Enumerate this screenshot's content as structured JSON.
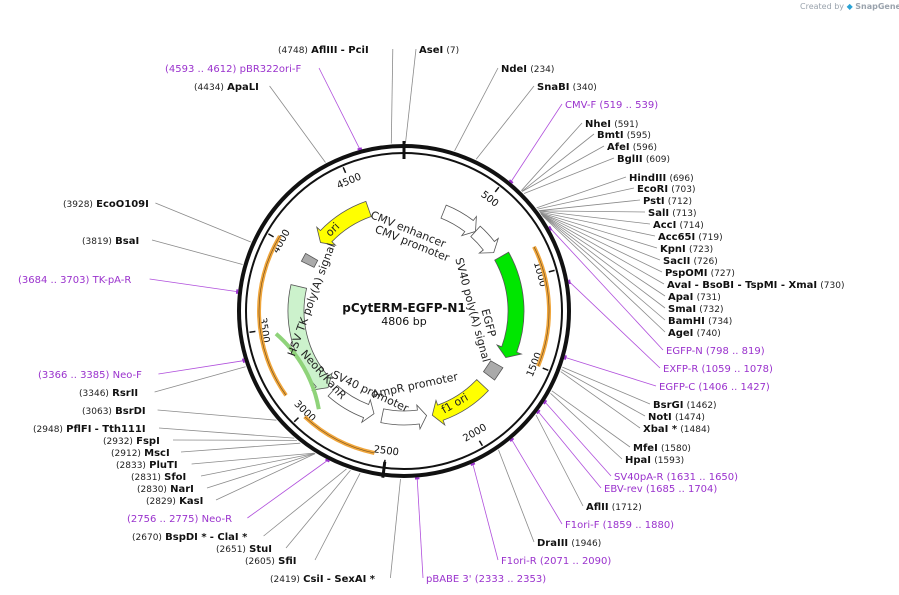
{
  "credit": {
    "prefix": "Created by",
    "brand": "SnapGene"
  },
  "plasmid": {
    "name": "pCytERM-EGFP-N1",
    "length": "4806 bp"
  },
  "ticks": [
    {
      "key": "t500",
      "label": "500"
    },
    {
      "key": "t1000",
      "label": "1000"
    },
    {
      "key": "t1500",
      "label": "1500"
    },
    {
      "key": "t2000",
      "label": "2000"
    },
    {
      "key": "t2500",
      "label": "2500"
    },
    {
      "key": "t3000",
      "label": "3000"
    },
    {
      "key": "t3500",
      "label": "3500"
    },
    {
      "key": "t4000",
      "label": "4000"
    },
    {
      "key": "t4500",
      "label": "4500"
    }
  ],
  "features": [
    {
      "key": "cmv_enh",
      "label": "CMV enhancer",
      "color": "#ffffff"
    },
    {
      "key": "cmv_pro",
      "label": "CMV promoter",
      "color": "#ffffff"
    },
    {
      "key": "egfp",
      "label": "EGFP",
      "color": "#00e600"
    },
    {
      "key": "sv40pa",
      "label": "SV40 poly(A) signal",
      "color": "#aaaaaa"
    },
    {
      "key": "f1ori",
      "label": "f1 ori",
      "color": "#ffff00"
    },
    {
      "key": "ampr_pro",
      "label": "AmpR promoter",
      "color": "#ffffff"
    },
    {
      "key": "sv40_pro",
      "label": "SV40 promoter",
      "color": "#ffffff"
    },
    {
      "key": "neor",
      "label": "NeoR/KanR",
      "color": "#ccf2cc"
    },
    {
      "key": "hsv",
      "label": "HSV TK poly(A) signal",
      "color": "#aaaaaa"
    },
    {
      "key": "ori",
      "label": "ori",
      "color": "#ffff00"
    }
  ],
  "labels": [
    {
      "key": "afliii_top",
      "type": "enzyme",
      "pos": "(4748)",
      "name": "AflIII",
      "extra": "- PciI"
    },
    {
      "key": "asei",
      "type": "enzyme",
      "name": "AseI",
      "pos": "(7)"
    },
    {
      "key": "pbr322",
      "type": "primer",
      "pos": "(4593 .. 4612)",
      "name": "pBR322ori-F"
    },
    {
      "key": "ndei",
      "type": "enzyme",
      "name": "NdeI",
      "pos": "(234)"
    },
    {
      "key": "apali",
      "type": "enzyme",
      "pos": "(4434)",
      "name": "ApaLI"
    },
    {
      "key": "snabi",
      "type": "enzyme",
      "name": "SnaBI",
      "pos": "(340)"
    },
    {
      "key": "cmvf",
      "type": "primer",
      "name": "CMV-F",
      "pos": "(519 .. 539)"
    },
    {
      "key": "nhei",
      "type": "enzyme",
      "name": "NheI",
      "pos": "(591)"
    },
    {
      "key": "bmti",
      "type": "enzyme",
      "name": "BmtI",
      "pos": "(595)"
    },
    {
      "key": "afei",
      "type": "enzyme",
      "name": "AfeI",
      "pos": "(596)"
    },
    {
      "key": "bglii",
      "type": "enzyme",
      "name": "BglII",
      "pos": "(609)"
    },
    {
      "key": "hindiii",
      "type": "enzyme",
      "name": "HindIII",
      "pos": "(696)"
    },
    {
      "key": "ecori",
      "type": "enzyme",
      "name": "EcoRI",
      "pos": "(703)"
    },
    {
      "key": "psti",
      "type": "enzyme",
      "name": "PstI",
      "pos": "(712)"
    },
    {
      "key": "sali",
      "type": "enzyme",
      "name": "SalI",
      "pos": "(713)"
    },
    {
      "key": "acci",
      "type": "enzyme",
      "name": "AccI",
      "pos": "(714)"
    },
    {
      "key": "acc65i",
      "type": "enzyme",
      "name": "Acc65I",
      "pos": "(719)"
    },
    {
      "key": "kpni",
      "type": "enzyme",
      "name": "KpnI",
      "pos": "(723)"
    },
    {
      "key": "sacii",
      "type": "enzyme",
      "name": "SacII",
      "pos": "(726)"
    },
    {
      "key": "pspomi",
      "type": "enzyme",
      "name": "PspOMI",
      "pos": "(727)"
    },
    {
      "key": "avai",
      "type": "enzyme",
      "name": "AvaI",
      "extra": "- BsoBI   - TspMI   - XmaI",
      "pos": "(730)"
    },
    {
      "key": "apai",
      "type": "enzyme",
      "name": "ApaI",
      "pos": "(731)"
    },
    {
      "key": "smai",
      "type": "enzyme",
      "name": "SmaI",
      "pos": "(732)"
    },
    {
      "key": "bamhi",
      "type": "enzyme",
      "name": "BamHI",
      "pos": "(734)"
    },
    {
      "key": "agei",
      "type": "enzyme",
      "name": "AgeI",
      "pos": "(740)"
    },
    {
      "key": "egfpn",
      "type": "primer",
      "name": "EGFP-N",
      "pos": "(798 .. 819)"
    },
    {
      "key": "exfpr",
      "type": "primer",
      "name": "EXFP-R",
      "pos": "(1059 .. 1078)"
    },
    {
      "key": "egfpc",
      "type": "primer",
      "name": "EGFP-C",
      "pos": "(1406 .. 1427)"
    },
    {
      "key": "bsrgi",
      "type": "enzyme",
      "name": "BsrGI",
      "pos": "(1462)"
    },
    {
      "key": "noti",
      "type": "enzyme",
      "name": "NotI",
      "pos": "(1474)"
    },
    {
      "key": "xbai",
      "type": "enzyme",
      "name": "XbaI *",
      "pos": "(1484)"
    },
    {
      "key": "mfei",
      "type": "enzyme",
      "name": "MfeI",
      "pos": "(1580)"
    },
    {
      "key": "hpai",
      "type": "enzyme",
      "name": "HpaI",
      "pos": "(1593)"
    },
    {
      "key": "sv40par",
      "type": "primer",
      "name": "SV40pA-R",
      "pos": "(1631 .. 1650)"
    },
    {
      "key": "ebvrev",
      "type": "primer",
      "name": "EBV-rev",
      "pos": "(1685 .. 1704)"
    },
    {
      "key": "aflii",
      "type": "enzyme",
      "name": "AflII",
      "pos": "(1712)"
    },
    {
      "key": "f1orif",
      "type": "primer",
      "name": "F1ori-F",
      "pos": "(1859 .. 1880)"
    },
    {
      "key": "draiii",
      "type": "enzyme",
      "name": "DraIII",
      "pos": "(1946)"
    },
    {
      "key": "f1orir",
      "type": "primer",
      "name": "F1ori-R",
      "pos": "(2071 .. 2090)"
    },
    {
      "key": "pbabe",
      "type": "primer",
      "name": "pBABE 3'",
      "pos": "(2333 .. 2353)"
    },
    {
      "key": "csii",
      "type": "enzyme",
      "pos": "(2419)",
      "name": "CsiI",
      "extra": "- SexAI *"
    },
    {
      "key": "sfii",
      "type": "enzyme",
      "pos": "(2605)",
      "name": "SfiI"
    },
    {
      "key": "stui",
      "type": "enzyme",
      "pos": "(2651)",
      "name": "StuI"
    },
    {
      "key": "bspdi",
      "type": "enzyme",
      "pos": "(2670)",
      "name": "BspDI *",
      "extra": "- ClaI *"
    },
    {
      "key": "neor_primer",
      "type": "primer",
      "pos": "(2756 .. 2775)",
      "name": "Neo-R"
    },
    {
      "key": "kasi",
      "type": "enzyme",
      "pos": "(2829)",
      "name": "KasI"
    },
    {
      "key": "nari",
      "type": "enzyme",
      "pos": "(2830)",
      "name": "NarI"
    },
    {
      "key": "sfoi",
      "type": "enzyme",
      "pos": "(2831)",
      "name": "SfoI"
    },
    {
      "key": "plutI",
      "type": "enzyme",
      "pos": "(2833)",
      "name": "PluTI"
    },
    {
      "key": "msci",
      "type": "enzyme",
      "pos": "(2912)",
      "name": "MscI"
    },
    {
      "key": "fspi",
      "type": "enzyme",
      "pos": "(2932)",
      "name": "FspI"
    },
    {
      "key": "pflfi",
      "type": "enzyme",
      "pos": "(2948)",
      "name": "PflFI",
      "extra": "- Tth111I"
    },
    {
      "key": "bsrdi",
      "type": "enzyme",
      "pos": "(3063)",
      "name": "BsrDI"
    },
    {
      "key": "rsrii",
      "type": "enzyme",
      "pos": "(3346)",
      "name": "RsrII"
    },
    {
      "key": "neof",
      "type": "primer",
      "pos": "(3366 .. 3385)",
      "name": "Neo-F"
    },
    {
      "key": "tkpar",
      "type": "primer",
      "pos": "(3684 .. 3703)",
      "name": "TK-pA-R"
    },
    {
      "key": "bsai",
      "type": "enzyme",
      "pos": "(3819)",
      "name": "BsaI"
    },
    {
      "key": "eco0109i",
      "type": "enzyme",
      "pos": "(3928)",
      "name": "EcoO109I"
    }
  ]
}
